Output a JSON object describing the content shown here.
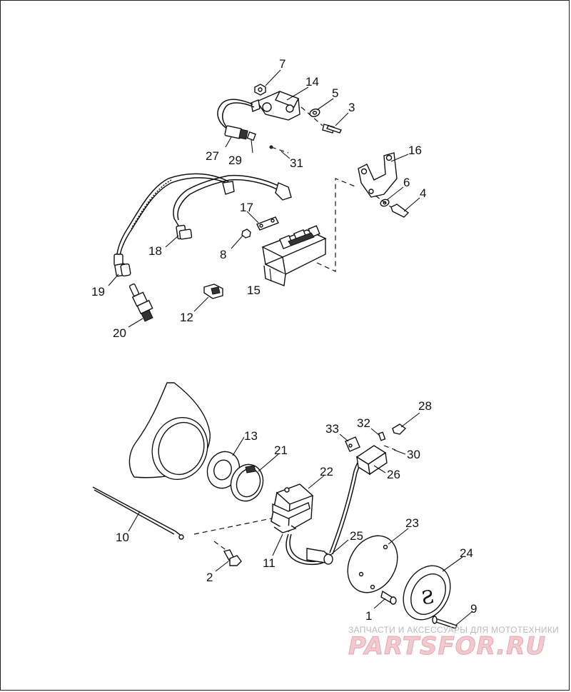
{
  "callouts": {
    "c1": "1",
    "c2": "2",
    "c3": "3",
    "c4": "4",
    "c5": "5",
    "c6": "6",
    "c7": "7",
    "c8": "8",
    "c9": "9",
    "c10": "10",
    "c11": "11",
    "c12": "12",
    "c13": "13",
    "c14": "14",
    "c15": "15",
    "c16": "16",
    "c17": "17",
    "c18": "18",
    "c19": "19",
    "c20": "20",
    "c21": "21",
    "c22": "22",
    "c23": "23",
    "c24": "24",
    "c25": "25",
    "c26": "26",
    "c27": "27",
    "c28": "28",
    "c29": "29",
    "c30": "30",
    "c31": "31",
    "c32": "32",
    "c33": "33"
  },
  "watermark": {
    "tagline": "ЗАПЧАСТИ И АКСЕССУАРЫ ДЛЯ МОТОТЕХНИКИ",
    "logo": "PARTSFOR.RU"
  },
  "colors": {
    "line": "#111111",
    "background": "#ffffff",
    "watermark_logo": "#f1c9cf",
    "watermark_text": "#b9b9b9"
  }
}
